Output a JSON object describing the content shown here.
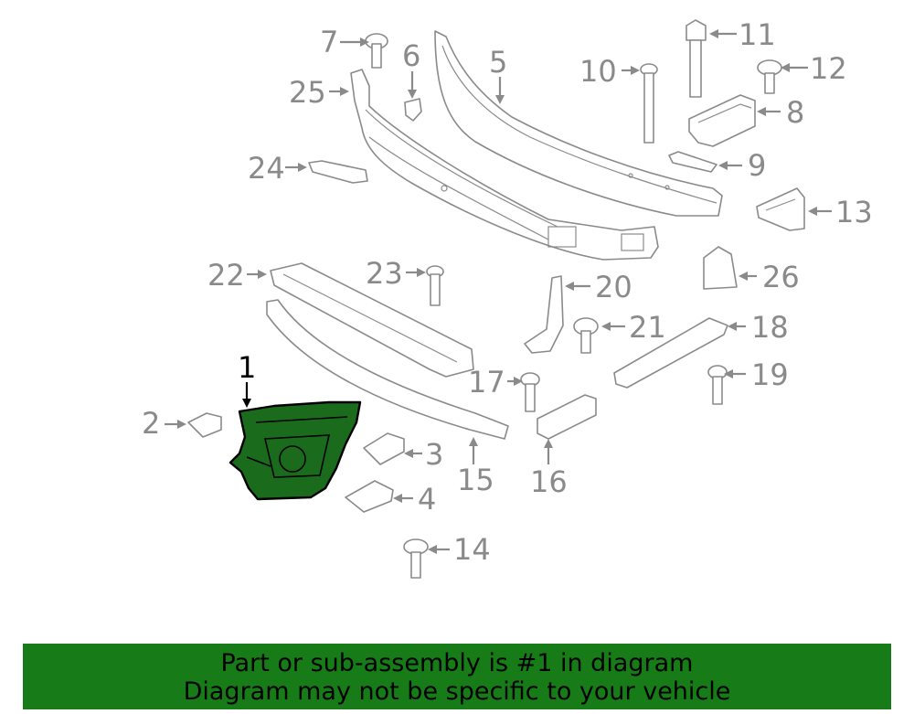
{
  "diagram": {
    "highlighted_part": "1",
    "highlight_color": "#1a6b1c",
    "part_labels": {
      "p1": "1",
      "p2": "2",
      "p3": "3",
      "p4": "4",
      "p5": "5",
      "p6": "6",
      "p7": "7",
      "p8": "8",
      "p9": "9",
      "p10": "10",
      "p11": "11",
      "p12": "12",
      "p13": "13",
      "p14": "14",
      "p15": "15",
      "p16": "16",
      "p17": "17",
      "p18": "18",
      "p19": "19",
      "p20": "20",
      "p21": "21",
      "p22": "22",
      "p23": "23",
      "p24": "24",
      "p25": "25",
      "p26": "26"
    }
  },
  "banner": {
    "line1": "Part or sub-assembly is #1 in diagram",
    "line2": "Diagram may not be specific to your vehicle",
    "background": "#177c17"
  }
}
